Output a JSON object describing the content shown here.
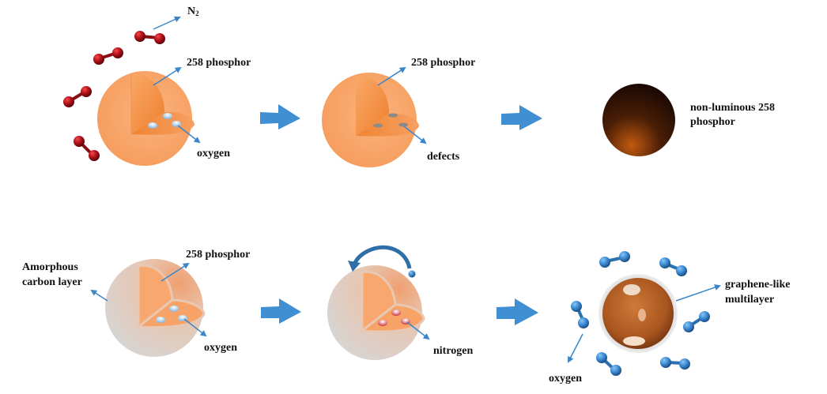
{
  "colors": {
    "arrow_blue": "#3f8fd2",
    "pointer_blue": "#3a86c8",
    "phosphor_orange": "#f7a46a",
    "phosphor_core": "#f08a3c",
    "oxygen_red": "#b5121b",
    "oxygen_blue": "#3f8fd8",
    "carbon_gray": "#d4d4d4",
    "dark_particle": "#2a1205",
    "copper": "#b5622a"
  },
  "top_row": {
    "panel1": {
      "n2_label": "N",
      "n2_subscript": "2",
      "phosphor_label": "258 phosphor",
      "oxygen_label": "oxygen"
    },
    "panel2": {
      "phosphor_label": "258 phosphor",
      "defects_label": "defects"
    },
    "panel3": {
      "line1": "non-luminous 258",
      "line2": "phosphor"
    }
  },
  "bottom_row": {
    "panel1": {
      "carbon_line1": "Amorphous",
      "carbon_line2": "carbon layer",
      "phosphor_label": "258 phosphor",
      "oxygen_label": "oxygen"
    },
    "panel2": {
      "nitrogen_label": "nitrogen"
    },
    "panel3": {
      "graphene_line1": "graphene-like",
      "graphene_line2": "multilayer",
      "oxygen_label": "oxygen"
    }
  },
  "icons": {
    "process_arrow": "right-arrow",
    "curved_arrow": "curved-counterclockwise-arrow",
    "pointer": "thin-arrow"
  }
}
